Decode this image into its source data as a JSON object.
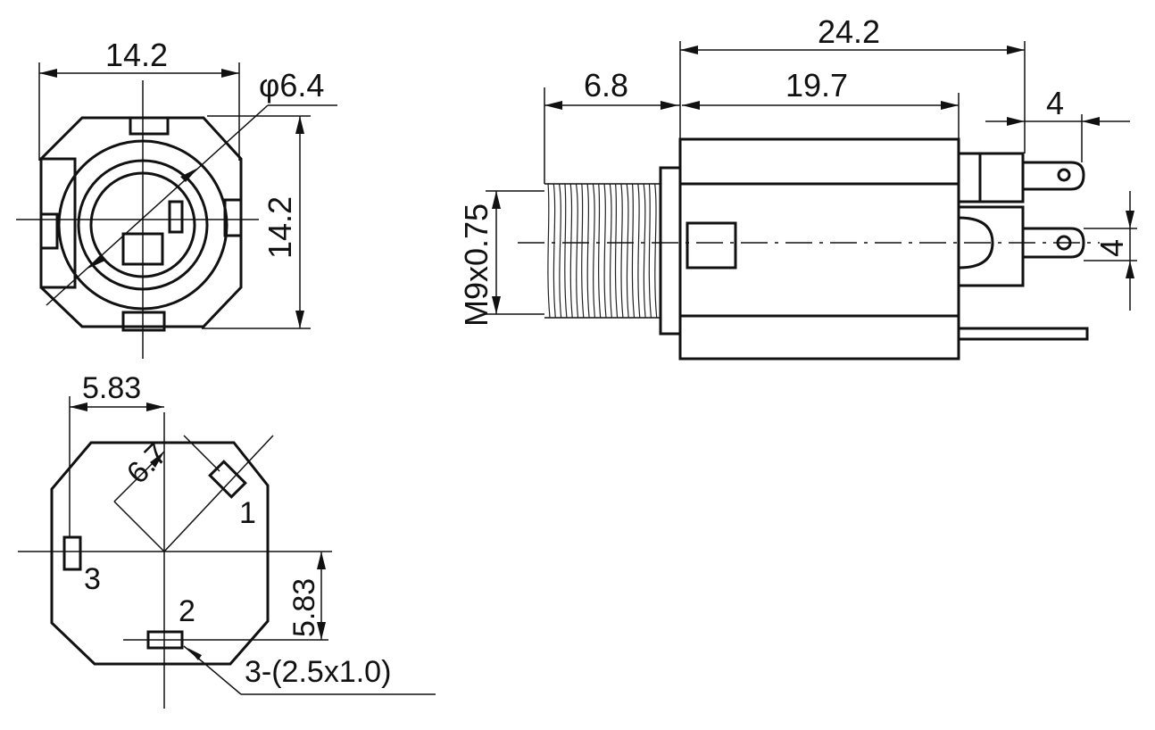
{
  "front_view": {
    "width_dim": "14.2",
    "height_dim": "14.2",
    "diameter_dim": "φ6.4"
  },
  "side_view": {
    "overall_length_dim": "24.2",
    "thread_length_dim": "6.8",
    "body_length_dim": "19.7",
    "terminal_width_dim": "4",
    "terminal_spacing_dim": "4",
    "thread_spec": "M9x0.75"
  },
  "bottom_view": {
    "x_offset_dim": "5.83",
    "y_offset_dim": "5.83",
    "radial_dim": "6.7",
    "pin_1": "1",
    "pin_2": "2",
    "pin_3": "3",
    "slot_spec": "3-(2.5x1.0)"
  }
}
